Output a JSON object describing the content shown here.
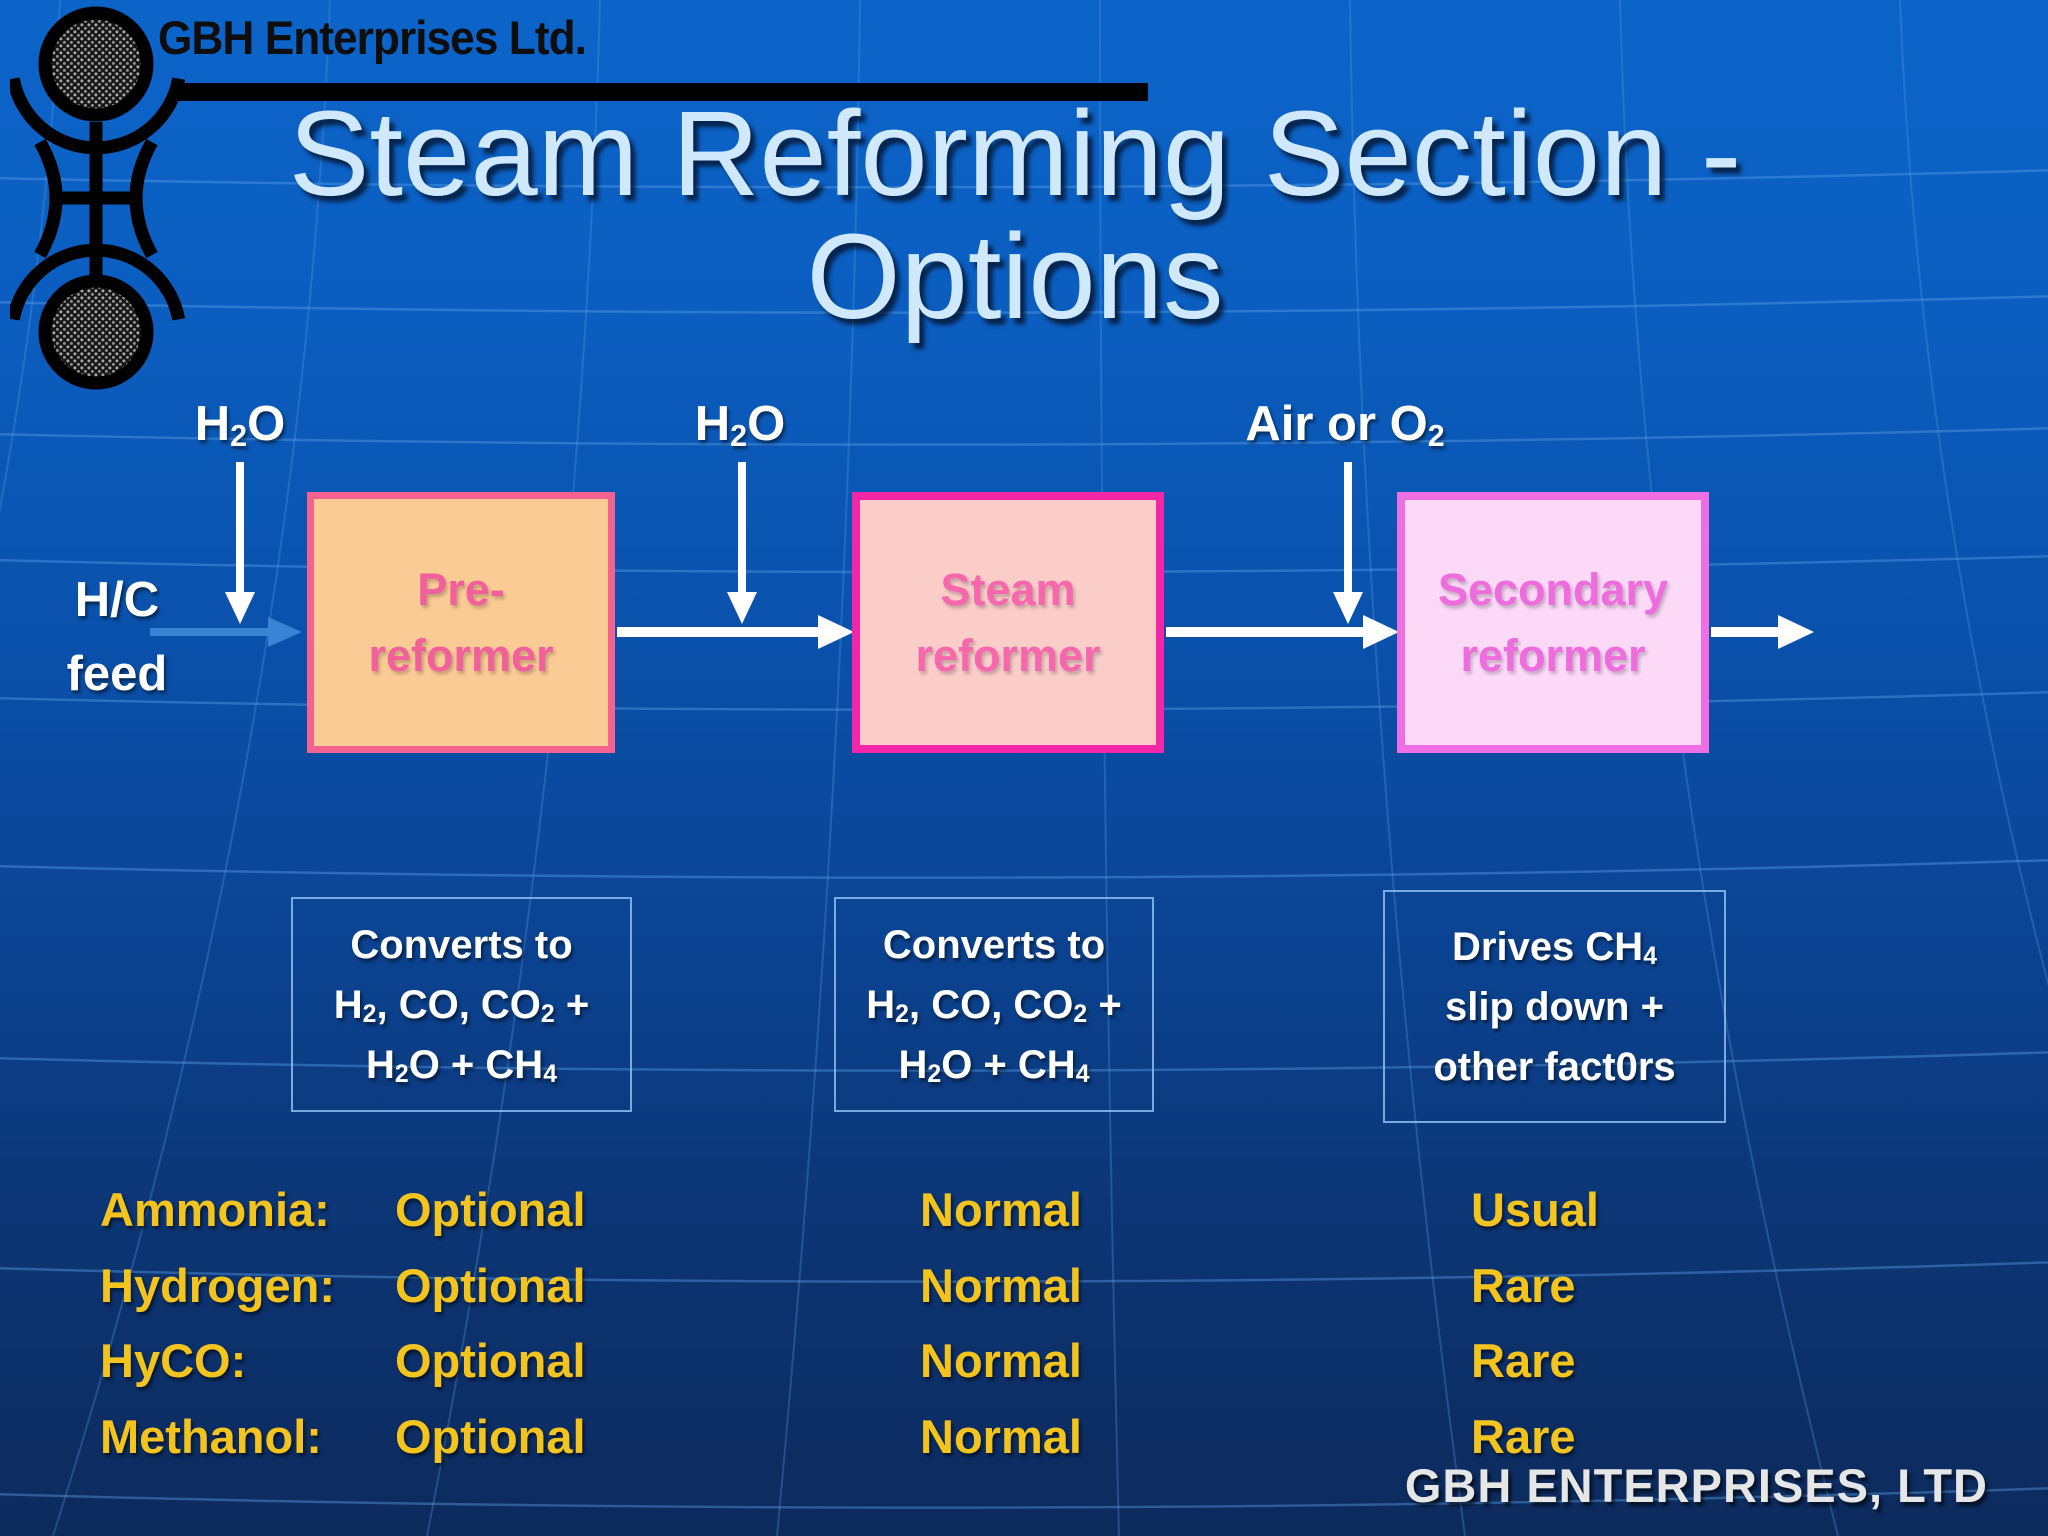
{
  "header": {
    "company_name": "GBH Enterprises Ltd."
  },
  "title": {
    "line1": "Steam Reforming Section -",
    "line2": "Options"
  },
  "diagram": {
    "feed": {
      "line1": "H/C",
      "line2": "feed"
    },
    "streams": {
      "water1": "H₂O",
      "water2": "H₂O",
      "air": "Air or O₂"
    },
    "units": [
      {
        "name": "Pre-reformer",
        "line1": "Pre-",
        "line2": "reformer",
        "fill": "#fbcb96",
        "border": "#f4628f",
        "text_color": "#f2609c"
      },
      {
        "name": "Steam reformer",
        "line1": "Steam",
        "line2": "reformer",
        "fill": "#fbcdc9",
        "border": "#f326a8",
        "text_color": "#f767ae"
      },
      {
        "name": "Secondary reformer",
        "line1": "Secondary",
        "line2": "reformer",
        "fill": "#fbd9f7",
        "border": "#f06ee4",
        "text_color": "#ee6cdd"
      }
    ],
    "notes": [
      {
        "line1": "Converts to",
        "line2": "H₂, CO, CO₂ +",
        "line3": "H₂O + CH₄"
      },
      {
        "line1": "Converts to",
        "line2": "H₂, CO, CO₂ +",
        "line3": "H₂O + CH₄"
      },
      {
        "line1": "Drives CH₄",
        "line2": "slip down +",
        "line3": "other fact0rs"
      }
    ]
  },
  "table": {
    "rows": [
      {
        "product": "Ammonia:",
        "pre_reformer": "Optional",
        "steam_reformer": "Normal",
        "secondary_reformer": "Usual"
      },
      {
        "product": "Hydrogen:",
        "pre_reformer": "Optional",
        "steam_reformer": "Normal",
        "secondary_reformer": "Rare"
      },
      {
        "product": "HyCO:",
        "pre_reformer": "Optional",
        "steam_reformer": "Normal",
        "secondary_reformer": "Rare"
      },
      {
        "product": "Methanol:",
        "pre_reformer": "Optional",
        "steam_reformer": "Normal",
        "secondary_reformer": "Rare"
      }
    ]
  },
  "footer": {
    "company_name": "GBH ENTERPRISES, LTD"
  },
  "colors": {
    "background_top": "#0c64c9",
    "background_bottom": "#0d2a5c",
    "title_text": "#cfe8fb",
    "table_text": "#f3c41e",
    "grid_line": "#5aa0e6"
  }
}
